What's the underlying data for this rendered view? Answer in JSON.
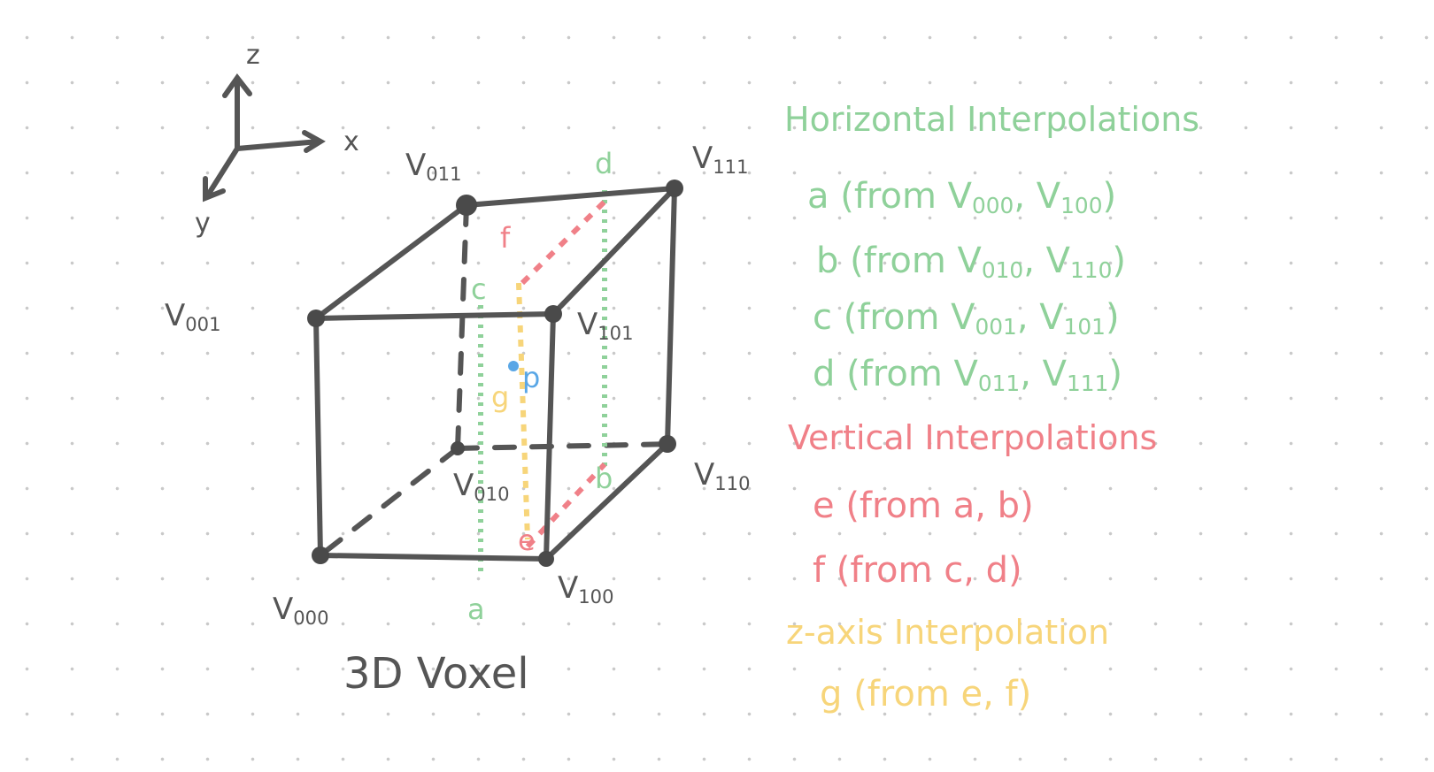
{
  "axes": {
    "z": "z",
    "x": "x",
    "y": "y"
  },
  "vertices": {
    "v000": {
      "base": "V",
      "sub": "000"
    },
    "v100": {
      "base": "V",
      "sub": "100"
    },
    "v010": {
      "base": "V",
      "sub": "010"
    },
    "v110": {
      "base": "V",
      "sub": "110"
    },
    "v001": {
      "base": "V",
      "sub": "001"
    },
    "v101": {
      "base": "V",
      "sub": "101"
    },
    "v011": {
      "base": "V",
      "sub": "011"
    },
    "v111": {
      "base": "V",
      "sub": "111"
    }
  },
  "points": {
    "a": "a",
    "b": "b",
    "c": "c",
    "d": "d",
    "e": "e",
    "f": "f",
    "g": "g",
    "p": "p"
  },
  "caption": "3D Voxel",
  "legend": {
    "horizontal": {
      "title": "Horizontal Interpolations",
      "items": [
        {
          "label": "a",
          "text": " (from V",
          "s1": "000",
          "mid": ", V",
          "s2": "100",
          "end": ")"
        },
        {
          "label": "b",
          "text": " (from V",
          "s1": "010",
          "mid": ", V",
          "s2": "110",
          "end": ")"
        },
        {
          "label": "c",
          "text": " (from V",
          "s1": "001",
          "mid": ", V",
          "s2": "101",
          "end": ")"
        },
        {
          "label": "d",
          "text": " (from V",
          "s1": "011",
          "mid": ", V",
          "s2": "111",
          "end": ")"
        }
      ]
    },
    "vertical": {
      "title": "Vertical Interpolations",
      "items": [
        {
          "label": "e (from a, b)"
        },
        {
          "label": "f (from c, d)"
        }
      ]
    },
    "zaxis": {
      "title": "z-axis Interpolation",
      "items": [
        {
          "label": "g (from e, f)"
        }
      ]
    }
  },
  "colors": {
    "ink": "#555555",
    "horizontal": "#8fd19a",
    "vertical": "#f08088",
    "zaxis": "#f7d57a",
    "point": "#5aa7e6"
  }
}
